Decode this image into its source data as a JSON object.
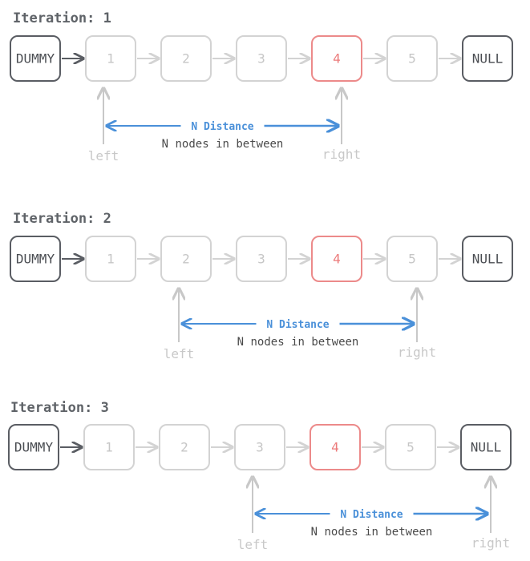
{
  "colors": {
    "title": "#5f6368",
    "active_stroke": "#5a5d63",
    "active_text": "#4a4d52",
    "faded_stroke": "#d3d3d3",
    "faded_text": "#c6c6c6",
    "target_stroke": "#ec8a8a",
    "target_text": "#ec7a7a",
    "blue": "#4a90d9",
    "pointer": "#c8c8c8"
  },
  "diagram": {
    "iterations": [
      {
        "title": "Iteration: 1",
        "nodes": [
          "DUMMY",
          "1",
          "2",
          "3",
          "4",
          "5",
          "NULL"
        ],
        "left_index": 1,
        "right_index": 4,
        "target_index": 4,
        "left_label": "left",
        "right_label": "right",
        "distance_label": "N Distance",
        "between_label": "N nodes in between"
      },
      {
        "title": "Iteration: 2",
        "nodes": [
          "DUMMY",
          "1",
          "2",
          "3",
          "4",
          "5",
          "NULL"
        ],
        "left_index": 2,
        "right_index": 5,
        "target_index": 4,
        "left_label": "left",
        "right_label": "right",
        "distance_label": "N Distance",
        "between_label": "N nodes in between"
      },
      {
        "title": "Iteration: 3",
        "nodes": [
          "DUMMY",
          "1",
          "2",
          "3",
          "4",
          "5",
          "NULL"
        ],
        "left_index": 3,
        "right_index": 6,
        "target_index": 4,
        "left_label": "left",
        "right_label": "right",
        "distance_label": "N Distance",
        "between_label": "N nodes in between"
      }
    ]
  }
}
